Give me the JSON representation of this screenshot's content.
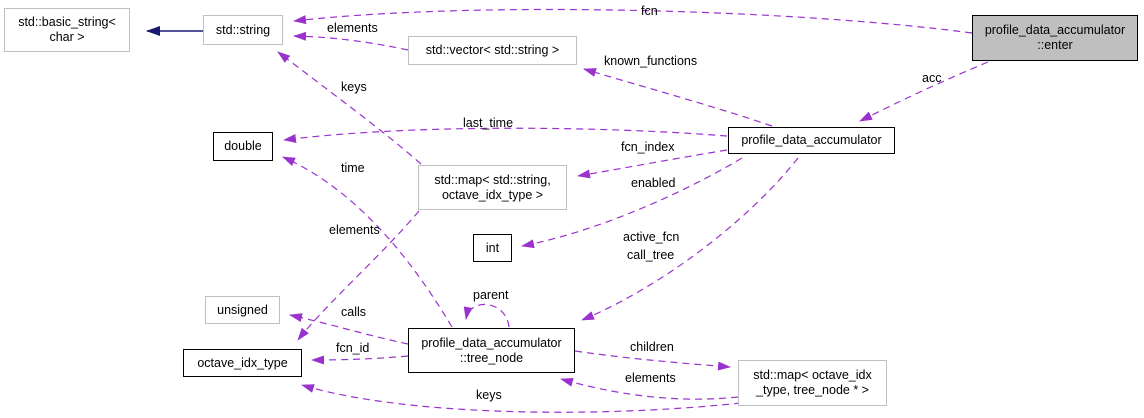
{
  "diagram": {
    "kind": "collaboration-graph",
    "colors": {
      "dependency_edge": "#9a32cd",
      "inheritance_edge": "#191970",
      "current_node_fill": "#bfbfbf",
      "external_node_border": "#c0c0c0",
      "documented_node_border": "#000000",
      "background": "#ffffff"
    },
    "nodes": {
      "basic_string": {
        "line1": "std::basic_string<",
        "line2": "char >"
      },
      "string": {
        "line1": "std::string"
      },
      "vector": {
        "line1": "std::vector< std::string >"
      },
      "enter": {
        "line1": "profile_data_accumulator",
        "line2": "::enter"
      },
      "pda": {
        "line1": "profile_data_accumulator"
      },
      "double": {
        "line1": "double"
      },
      "map_string_idx": {
        "line1": "std::map< std::string,",
        "line2": "octave_idx_type >"
      },
      "int": {
        "line1": "int"
      },
      "unsigned": {
        "line1": "unsigned"
      },
      "octave_idx_type": {
        "line1": "octave_idx_type"
      },
      "tree_node": {
        "line1": "profile_data_accumulator",
        "line2": "::tree_node"
      },
      "map_idx_tree": {
        "line1": "std::map< octave_idx",
        "line2": "_type, tree_node * >"
      }
    },
    "edge_labels": {
      "fcn": "fcn",
      "elements_top": "elements",
      "keys_top": "keys",
      "known_functions": "known_functions",
      "acc": "acc",
      "last_time": "last_time",
      "time": "time",
      "fcn_index": "fcn_index",
      "enabled": "enabled",
      "active_fcn": "active_fcn",
      "call_tree": "call_tree",
      "elements_mid": "elements",
      "parent": "parent",
      "calls": "calls",
      "fcn_id": "fcn_id",
      "children": "children",
      "elements_bottom": "elements",
      "keys_bottom": "keys"
    }
  }
}
